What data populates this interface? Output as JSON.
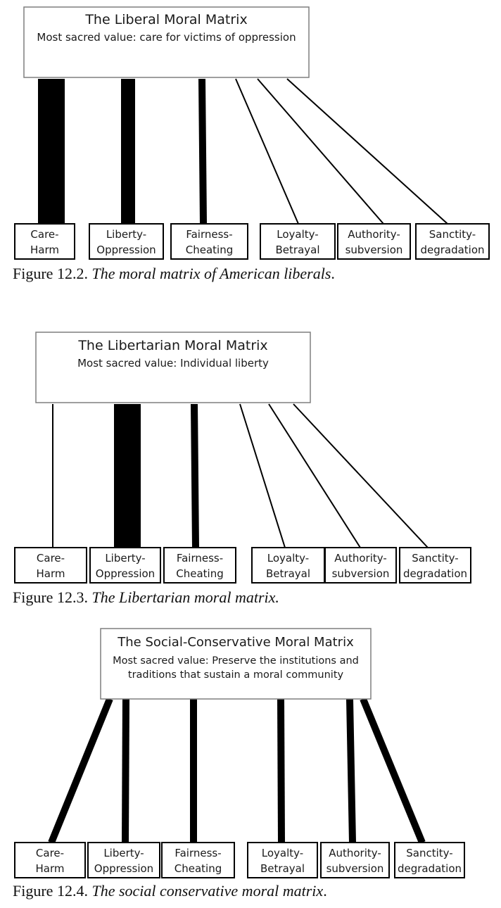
{
  "colors": {
    "line": "#000000",
    "box_border": "#7f7f7f",
    "foundation_border": "#000000",
    "text": "#1a1a1a"
  },
  "matrices": [
    {
      "id": "liberal",
      "title": "The Liberal Moral Matrix",
      "subtitle": [
        "Most sacred value:  care for victims of oppression"
      ],
      "caption_prefix": "Figure 12.2.",
      "caption_title": "The moral matrix of American liberals",
      "caption_end": ".",
      "foundations": [
        {
          "line1": "Care-",
          "line2": "Harm",
          "weight": 5
        },
        {
          "line1": "Liberty-",
          "line2": "Oppression",
          "weight": 4
        },
        {
          "line1": "Fairness-",
          "line2": "Cheating",
          "weight": 3
        },
        {
          "line1": "Loyalty-",
          "line2": "Betrayal",
          "weight": 1
        },
        {
          "line1": "Authority-",
          "line2": "subversion",
          "weight": 1
        },
        {
          "line1": "Sanctity-",
          "line2": "degradation",
          "weight": 1
        }
      ]
    },
    {
      "id": "libertarian",
      "title": "The Libertarian Moral Matrix",
      "subtitle": [
        "Most sacred value: Individual liberty"
      ],
      "caption_prefix": "Figure 12.3.",
      "caption_title": "The Libertarian moral matrix.",
      "caption_end": "",
      "foundations": [
        {
          "line1": "Care-",
          "line2": "Harm",
          "weight": 1
        },
        {
          "line1": "Liberty-",
          "line2": "Oppression",
          "weight": 5
        },
        {
          "line1": "Fairness-",
          "line2": "Cheating",
          "weight": 3
        },
        {
          "line1": "Loyalty-",
          "line2": "Betrayal",
          "weight": 1
        },
        {
          "line1": "Authority-",
          "line2": "subversion",
          "weight": 1
        },
        {
          "line1": "Sanctity-",
          "line2": "degradation",
          "weight": 1
        }
      ]
    },
    {
      "id": "social-conservative",
      "title": "The Social-Conservative Moral Matrix",
      "subtitle": [
        "Most sacred value: Preserve the institutions and",
        "traditions that sustain a moral community"
      ],
      "caption_prefix": "Figure 12.4.",
      "caption_title": "The social conservative moral matrix",
      "caption_end": ".",
      "foundations": [
        {
          "line1": "Care-",
          "line2": "Harm",
          "weight": 3
        },
        {
          "line1": "Liberty-",
          "line2": "Oppression",
          "weight": 3
        },
        {
          "line1": "Fairness-",
          "line2": "Cheating",
          "weight": 3
        },
        {
          "line1": "Loyalty-",
          "line2": "Betrayal",
          "weight": 3
        },
        {
          "line1": "Authority-",
          "line2": "subversion",
          "weight": 3
        },
        {
          "line1": "Sanctity-",
          "line2": "degradation",
          "weight": 3
        }
      ]
    }
  ]
}
